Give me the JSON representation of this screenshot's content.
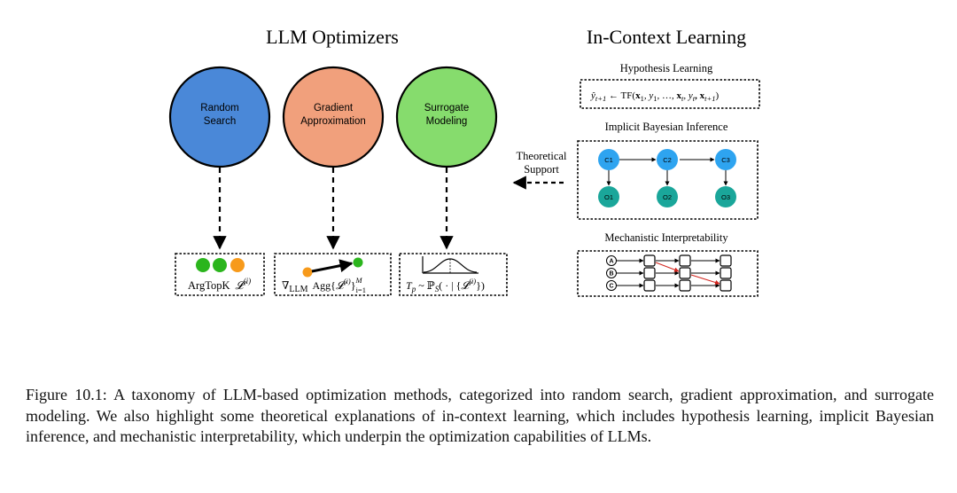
{
  "left_panel": {
    "title": "LLM Optimizers",
    "methods": [
      {
        "line1": "Random",
        "line2": "Search",
        "color": "#4a88d8"
      },
      {
        "line1": "Gradient",
        "line2": "Approximation",
        "color": "#f1a07c"
      },
      {
        "line1": "Surrogate",
        "line2": "Modeling",
        "color": "#86dc6d"
      }
    ],
    "boxes": {
      "argtopk": {
        "main": "ArgTopK",
        "symbol": "𝓛",
        "sup": "(i)"
      },
      "gradient": {
        "nabla": "∇",
        "sub_llm": "LLM",
        "agg": "Agg{",
        "symbol": "𝓛",
        "sup": "(i)",
        "close": "}",
        "upper": "M",
        "lower": "i=1"
      },
      "surrogate": {
        "t": "T",
        "p": "p",
        "tilde": "~",
        "pp": "ℙ",
        "s": "S",
        "args": "( · | {",
        "symbol": "𝓛",
        "sup": "(i)",
        "end": "})"
      }
    }
  },
  "support": {
    "line1": "Theoretical",
    "line2": "Support"
  },
  "right_panel": {
    "title": "In-Context Learning",
    "hypothesis": {
      "title": "Hypothesis Learning",
      "formula": {
        "yhat": "ŷ",
        "sub1": "t+1",
        "arrow": " ← TF(",
        "x1": "x",
        "s1": "1",
        "y1": ", y",
        "s2": "1",
        "mid": ", …, ",
        "xt": "x",
        "s3": "t",
        "yt": ", y",
        "s4": "t",
        "x2": ", x",
        "s5": "t+1",
        "end": ")"
      }
    },
    "bayesian": {
      "title": "Implicit Bayesian Inference",
      "top_nodes": [
        "C1",
        "C2",
        "C3"
      ],
      "bottom_nodes": [
        "O1",
        "O2",
        "O3"
      ],
      "top_color": "#2ea4f0",
      "bottom_color": "#1aa69a"
    },
    "mechanistic": {
      "title": "Mechanistic Interpretability",
      "inputs": [
        "A",
        "B",
        "C"
      ]
    }
  },
  "caption": "Figure 10.1: A taxonomy of LLM-based optimization methods, categorized into random search, gradient approximation, and surrogate modeling.  We also highlight some theoretical explanations of in-context learning, which includes hypothesis learning, implicit Bayesian inference, and mechanistic interpretability, which underpin the optimization capabilities of LLMs."
}
